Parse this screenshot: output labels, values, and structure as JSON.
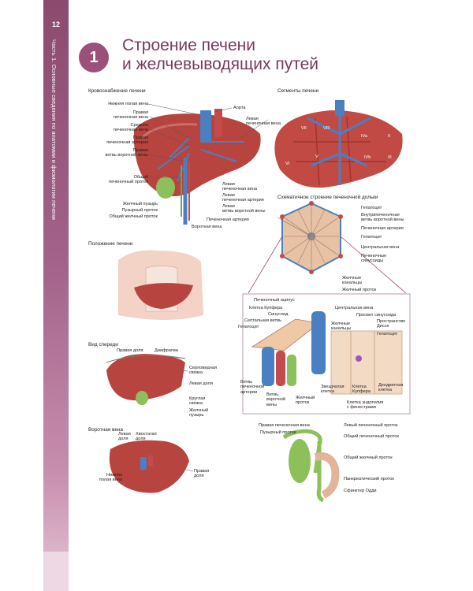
{
  "page_number": "12",
  "sidebar_text": "Часть 1. Основные сведения по анатомии и физиологии печени",
  "chapter_number": "1",
  "title_line1": "Строение печени",
  "title_line2": "и желчевыводящих путей",
  "colors": {
    "accent": "#9b4f79",
    "liver": "#b8443f",
    "vein": "#4a7fc1",
    "bile": "#8dbf5a"
  },
  "sections": {
    "blood_supply": "Кровоснабжение печени",
    "segments": "Сегменты печени",
    "lobule": "Схематичное строение печеночной дольки",
    "position": "Положение печени",
    "front_view": "Вид спереди",
    "portal": "Воротная вена"
  },
  "blood_supply_labels": {
    "ivc": "Нижняя полая вена",
    "right_hep_vein": "Правая\nпеченочная вена",
    "middle_hep_vein": "Средняя\nпеченочная вена",
    "right_hep_artery": "Правая\nпеченочная артерия",
    "right_portal": "Правая\nветвь воротной вены",
    "common_hep_duct": "Общий\nпеченочный проток",
    "gallbladder": "Желчный пузырь",
    "cystic_duct": "Пузырный проток",
    "common_bile_duct": "Общий желчный проток",
    "aorta": "Аорта",
    "left_hep_vein": "Левая\nпеченочная вена",
    "left_hep_vein2": "Левая\nпеченочная вена",
    "left_hep_artery": "Левая\nпеченочная артерия",
    "left_portal": "Левая\nветвь воротной вены",
    "hep_artery": "Печеночная артерия",
    "portal_vein": "Воротная вена"
  },
  "segment_numbers": [
    "VII",
    "VIII",
    "IVa",
    "II",
    "VI",
    "V",
    "IVb",
    "III"
  ],
  "lobule_labels": {
    "hepatocyte": "Гепатоцит",
    "intralobular_branch": "Внутрипеченочная\nветвь воротной вены",
    "hep_artery": "Печеночная артерия",
    "hepatocyte2": "Гепатоцит",
    "central_vein": "Центральная вена",
    "sinusoids": "Печеночные\nсинусоиды",
    "bile_canaliculi": "Желчные\nканальцы",
    "bile_duct": "Желчный проток"
  },
  "acinus_labels": {
    "acinus": "Печеночный ацинус",
    "kupffer": "Клетка Купфера",
    "sinusoid": "Синусоид",
    "septal": "Септальная ветвь",
    "hepatocyte": "Гепатоцит",
    "central_vein": "Центральная вена",
    "sinus_lumen": "Просвет синусоида",
    "bile_canaliculi": "Желчные\nканальцы",
    "disse": "Пространство\nДиссе",
    "hepatocyte2": "Гепатоцит",
    "hep_artery_branch": "Ветвь\nпеченочной\nартерии",
    "portal_branch": "Ветвь\nворотной\nвены",
    "bile_duct": "Желчный\nпроток",
    "stellate": "Звездчатая\nклетка",
    "kupffer2": "Клетка\nКупфера",
    "dendritic": "Дендритная\nклетка",
    "endothelial": "Клетка эндотелия\nс фенестрами"
  },
  "front_labels": {
    "right_lobe": "Правая доля",
    "diaphragm": "Диафрагма",
    "falciform": "Серповидная\nсвязка",
    "left_lobe": "Левая доля",
    "round_lig": "Круглая\nсвязка",
    "gallbladder": "Желчный\nпузырь"
  },
  "portal_labels": {
    "left_lobe": "Левая\nдоля",
    "caudate": "Хвостатая\nдоля",
    "ivc": "Нижняя\nполая вена",
    "right_lobe": "Правая\nдоля"
  },
  "ducts_labels": {
    "right_hep_duct": "Правая печеночная вена",
    "cystic": "Пузырный проток",
    "left_hep_duct": "Левый печеночный проток",
    "common_hep": "Общий печеночный проток",
    "common_bile": "Общий желчный проток",
    "pancreatic": "Панкреатический проток",
    "oddi": "Сфинктер Одди"
  }
}
